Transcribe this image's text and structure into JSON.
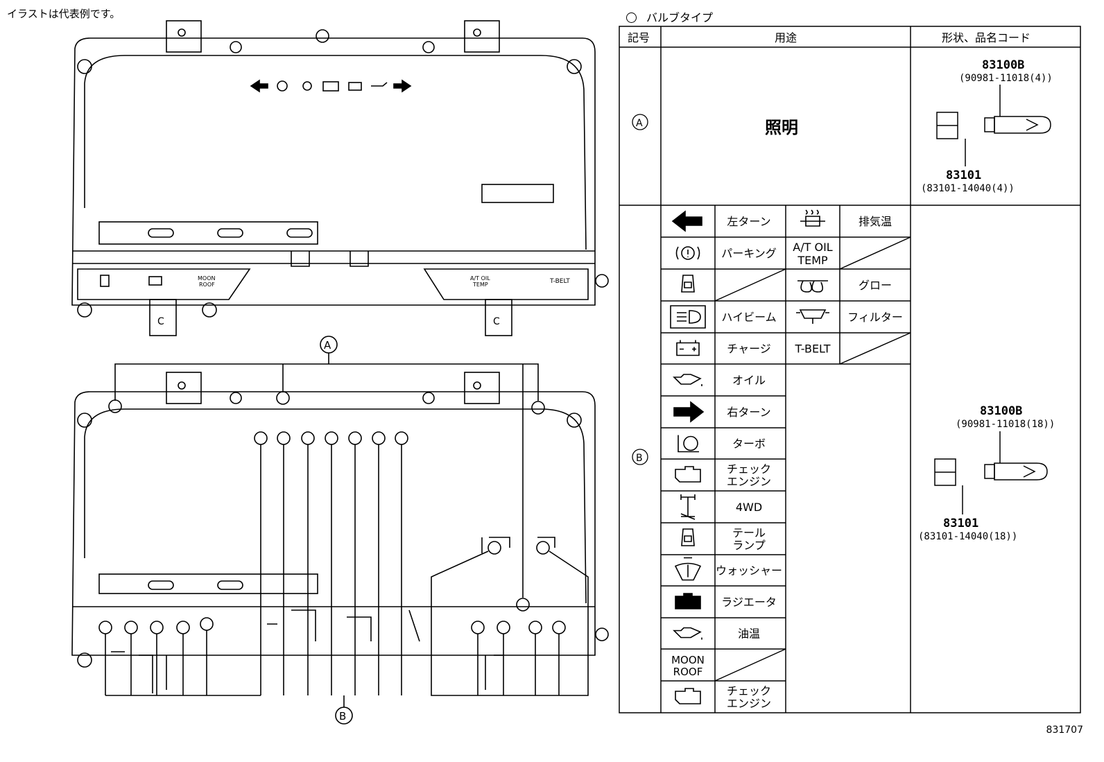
{
  "note": "イラストは代表例です。",
  "drawing_number": "831707",
  "markers": {
    "a": "A",
    "b": "B"
  },
  "cluster_labels": {
    "moon_roof_1": "MOON",
    "moon_roof_2": "ROOF",
    "at_oil_1": "A/T OIL",
    "at_oil_2": "TEMP",
    "t_belt": "T-BELT"
  },
  "bulb_table": {
    "title": "バルブタイプ",
    "headers": {
      "symbol": "記号",
      "usage": "用途",
      "code": "形状、品名コード"
    },
    "row_a": {
      "symbol": "A",
      "usage": "照明",
      "part_bulb": "83100B",
      "part_bulb_sub": "(90981-11018(4))",
      "part_socket": "83101",
      "part_socket_sub": "(83101-14040(4))"
    },
    "row_b": {
      "symbol": "B",
      "part_bulb": "83100B",
      "part_bulb_sub": "(90981-11018(18))",
      "part_socket": "83101",
      "part_socket_sub": "(83101-14040(18))",
      "left_items": [
        {
          "icon": "left-turn-arrow-icon",
          "label": "左ターン"
        },
        {
          "icon": "parking-brake-icon",
          "label": "パーキング"
        },
        {
          "icon": "seatbelt-icon",
          "label": ""
        },
        {
          "icon": "high-beam-icon",
          "label": "ハイビーム"
        },
        {
          "icon": "battery-icon",
          "label": "チャージ"
        },
        {
          "icon": "oil-can-icon",
          "label": "オイル"
        },
        {
          "icon": "right-turn-arrow-icon",
          "label": "右ターン"
        },
        {
          "icon": "turbo-icon",
          "label": "ターボ"
        },
        {
          "icon": "check-engine-icon",
          "label_1": "チェック",
          "label_2": "エンジン"
        },
        {
          "icon": "4wd-icon",
          "label": "4WD"
        },
        {
          "icon": "tail-lamp-icon",
          "label_1": "テール",
          "label_2": "ランプ"
        },
        {
          "icon": "washer-icon",
          "label": "ウォッシャー"
        },
        {
          "icon": "radiator-icon",
          "label": "ラジエータ"
        },
        {
          "icon": "oil-temp-icon",
          "label": "油温"
        },
        {
          "icon": "moon-roof-icon",
          "icon_text_1": "MOON",
          "icon_text_2": "ROOF",
          "label": ""
        },
        {
          "icon": "check-engine-icon",
          "label_1": "チェック",
          "label_2": "エンジン"
        }
      ],
      "right_items": [
        {
          "icon": "exhaust-temp-icon",
          "label": "排気温"
        },
        {
          "icon_text_1": "A/T OIL",
          "icon_text_2": "TEMP",
          "label": ""
        },
        {
          "icon": "glow-icon",
          "label": "グロー"
        },
        {
          "icon": "filter-icon",
          "label": "フィルター"
        },
        {
          "icon_text": "T-BELT",
          "label": ""
        }
      ]
    }
  }
}
